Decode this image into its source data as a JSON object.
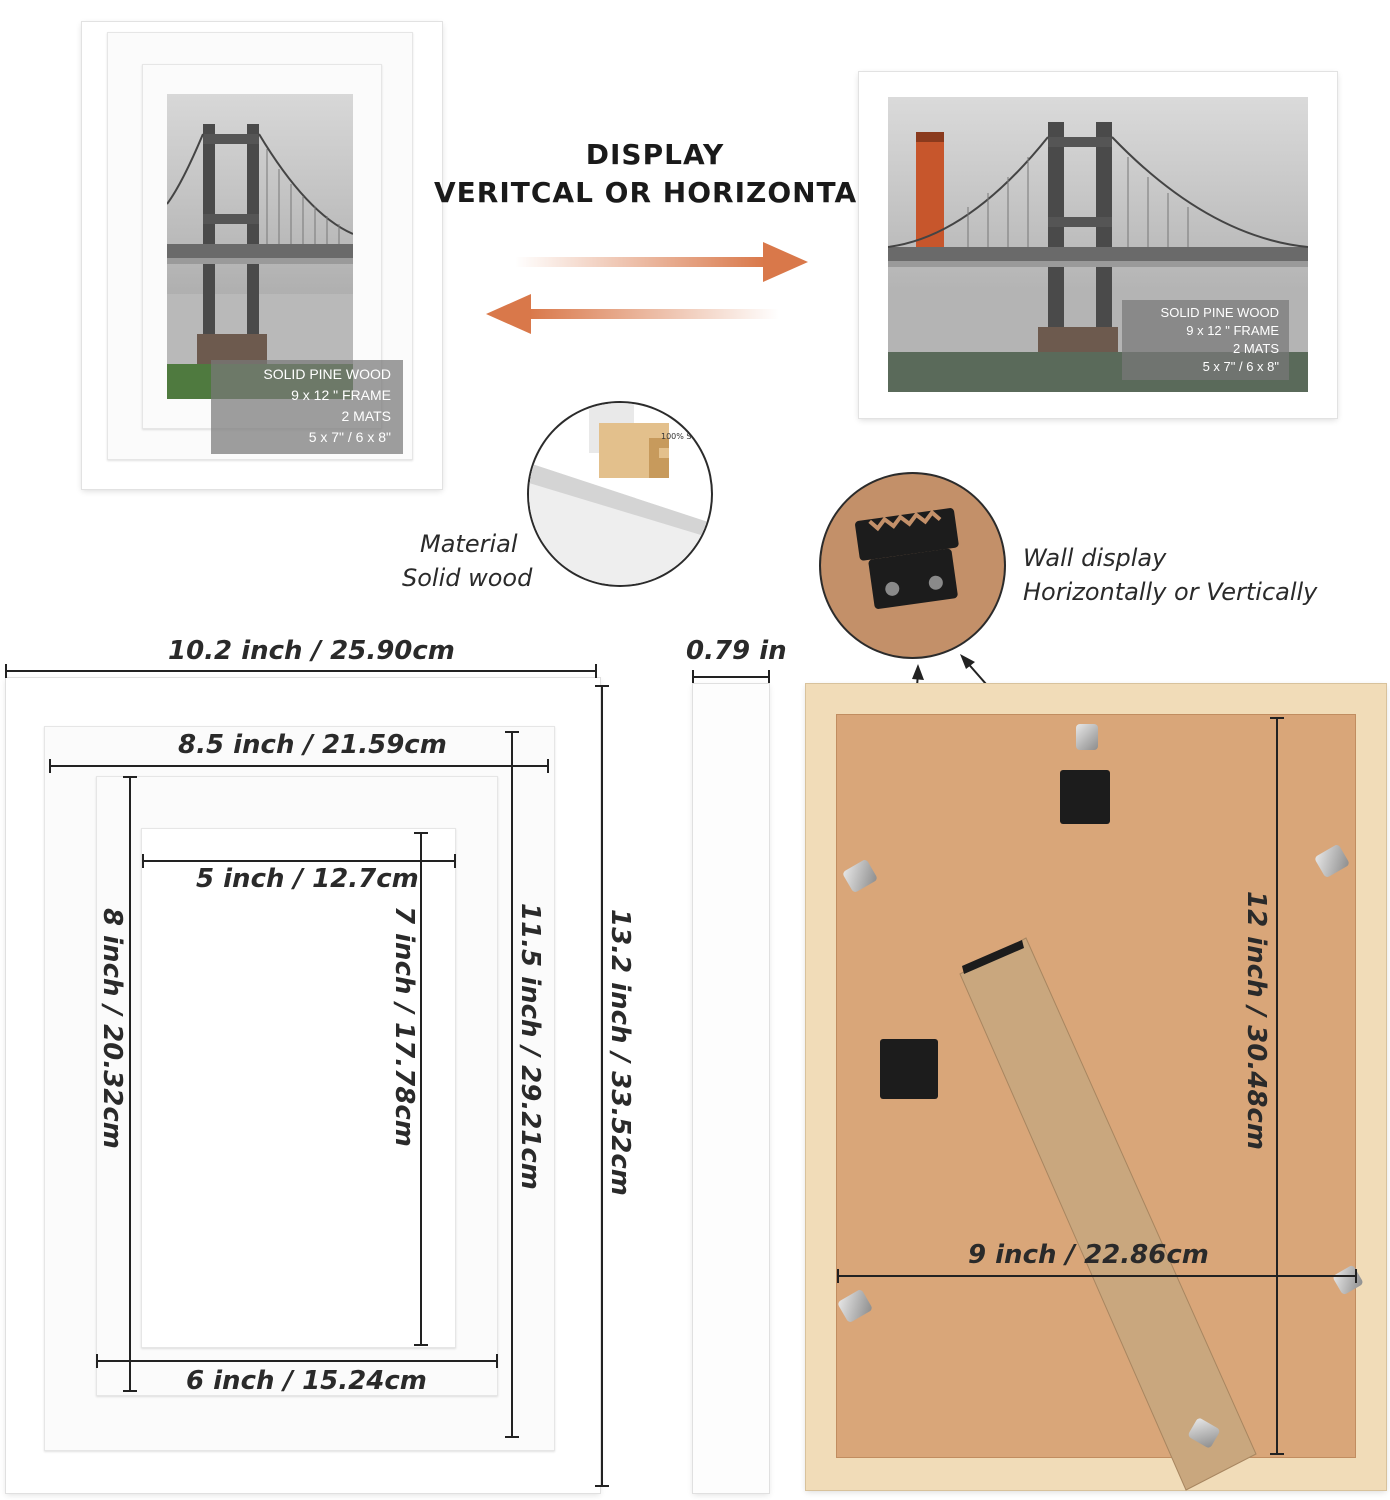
{
  "display": {
    "line1": "DISPLAY",
    "line2": "VERITCAL OR HORIZONTAL"
  },
  "overlay_vertical": {
    "line1": "SOLID PINE WOOD",
    "line2": "9 x 12 \" FRAME",
    "line3": "2 MATS",
    "line4": "5 x 7\" / 6 x 8\""
  },
  "overlay_horizontal": {
    "line1": "SOLID PINE WOOD",
    "line2": "9 x 12 \" FRAME",
    "line3": "2 MATS",
    "line4": "5 x 7\" / 6 x 8\""
  },
  "material": {
    "line1": "Material",
    "line2": "Solid wood",
    "stamp": "100% S"
  },
  "wall_display": {
    "line1": "Wall display",
    "line2": "Horizontally or Vertically"
  },
  "dimensions": {
    "outer_width": "10.2 inch / 25.90cm",
    "depth": "0.79 in",
    "mat1_width": "8.5 inch / 21.59cm",
    "opening_width": "5 inch / 12.7cm",
    "mat2_width": "6 inch / 15.24cm",
    "mat2_height": "8 inch / 20.32cm",
    "opening_height": "7 inch / 17.78cm",
    "mat1_height": "11.5 inch / 29.21cm",
    "outer_height": "13.2 inch / 33.52cm",
    "back_height": "12 inch / 30.48cm",
    "back_width": "9 inch / 22.86cm"
  },
  "colors": {
    "arrow": "#d9784a",
    "frame": "#ffffff",
    "back_wood": "#f1dcb8",
    "back_board": "#d9a679"
  }
}
